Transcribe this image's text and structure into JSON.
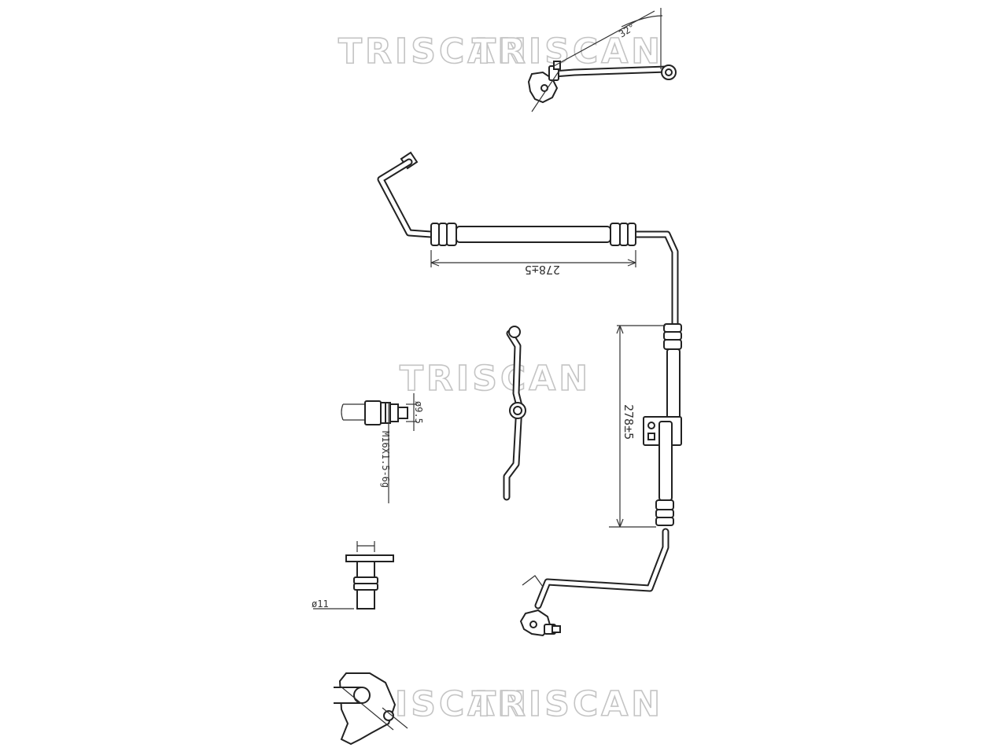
{
  "watermark": "TRISCAN",
  "dimensions": {
    "hose_length_top": "278±5",
    "hose_length_side": "278±5",
    "thread_spec": "M16X1.5-6g",
    "diameter_small": "ø9.5",
    "diameter_flange": "ø11",
    "angle_mark": "32°"
  }
}
